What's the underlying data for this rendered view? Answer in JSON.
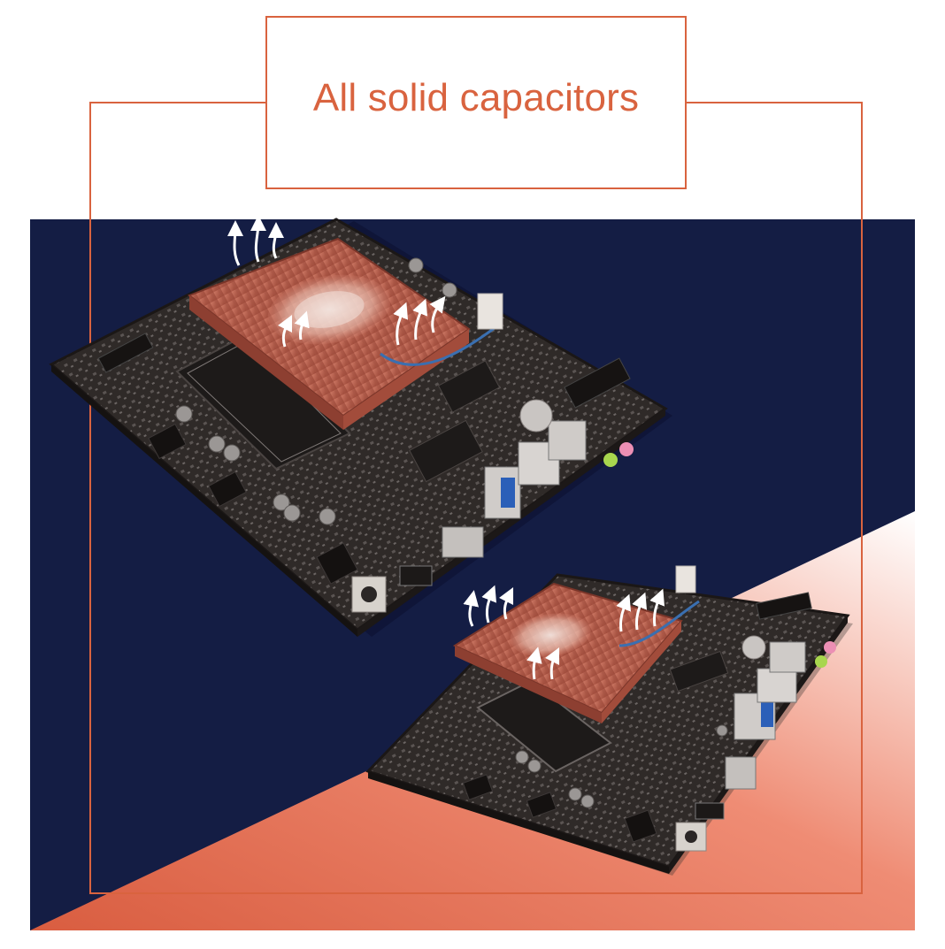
{
  "banner": {
    "title": "All solid capacitors"
  },
  "colors": {
    "accent": "#d9633f",
    "navy_background": "#141d44",
    "salmon_gradient_start": "#de6547",
    "salmon_gradient_end": "#ffffff",
    "heatsink_copper": "#c76a55",
    "pcb_dark": "#2e2826"
  },
  "scene": {
    "description_items": [
      "large-motherboard-with-copper-heatsink",
      "small-motherboard-with-copper-heatsink",
      "airflow-arrows"
    ]
  }
}
